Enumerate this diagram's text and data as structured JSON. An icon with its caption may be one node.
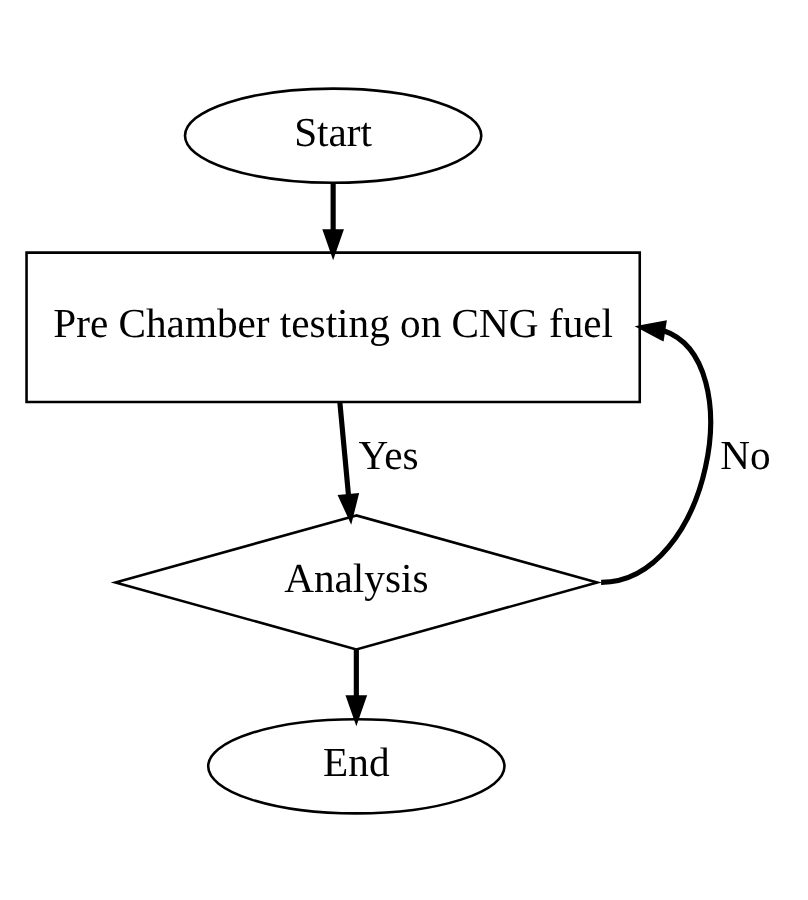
{
  "diagram": {
    "nodes": [
      {
        "text": [
          "Start"
        ]
      },
      {
        "text": [
          "Pre Chamber testing on CNG fuel"
        ]
      },
      {
        "text": [
          "Analysis"
        ]
      },
      {
        "text": [
          "End"
        ]
      }
    ],
    "edges": [
      {
        "from": 0,
        "to": 1,
        "arrow": "to"
      },
      {
        "from": 1,
        "to": 2,
        "arrow": "to",
        "label": "Yes"
      },
      {
        "from": 2,
        "to": 1,
        "arrow": "to",
        "label": "No"
      },
      {
        "from": 2,
        "to": 3,
        "arrow": "to"
      }
    ]
  }
}
